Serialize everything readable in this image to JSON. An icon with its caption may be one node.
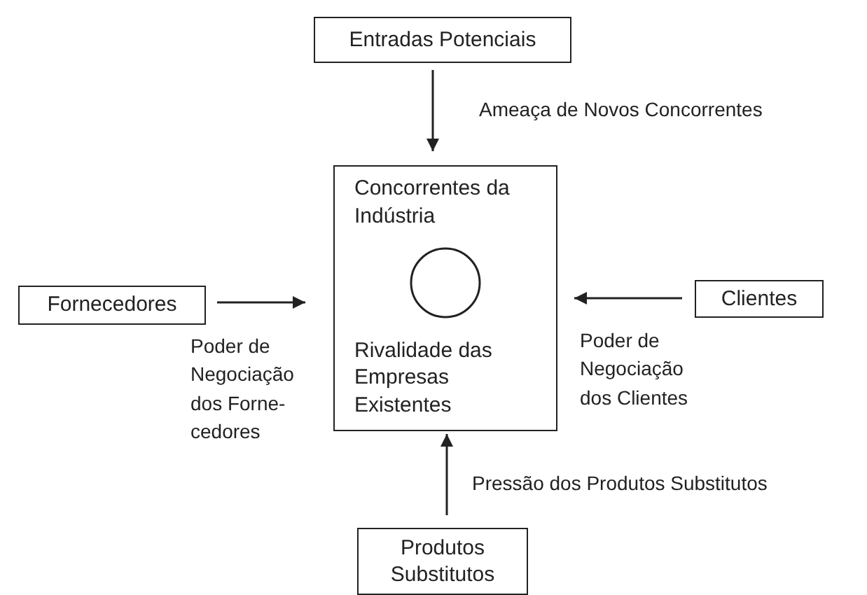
{
  "diagram": {
    "nodes": [
      {
        "text": [
          "Entradas Potenciais"
        ]
      },
      {
        "text": [
          "Concorrentes da Indústria",
          "Rivalidade das Empresas Existentes"
        ]
      },
      {
        "text": [
          "Fornecedores"
        ]
      },
      {
        "text": [
          "Clientes"
        ]
      },
      {
        "text": [
          "Produtos Substitutos"
        ]
      }
    ],
    "edges": [
      {
        "from": 0,
        "to": 1,
        "arrow": "to",
        "label": "Ameaça de Novos Concorrentes"
      },
      {
        "from": 2,
        "to": 1,
        "arrow": "to",
        "label": "Poder de Negociação dos Forne-cedores"
      },
      {
        "from": 3,
        "to": 1,
        "arrow": "to",
        "label": "Poder de Negociação dos Clientes"
      },
      {
        "from": 4,
        "to": 1,
        "arrow": "to",
        "label": "Pressão dos Produtos Substitutos"
      }
    ]
  }
}
